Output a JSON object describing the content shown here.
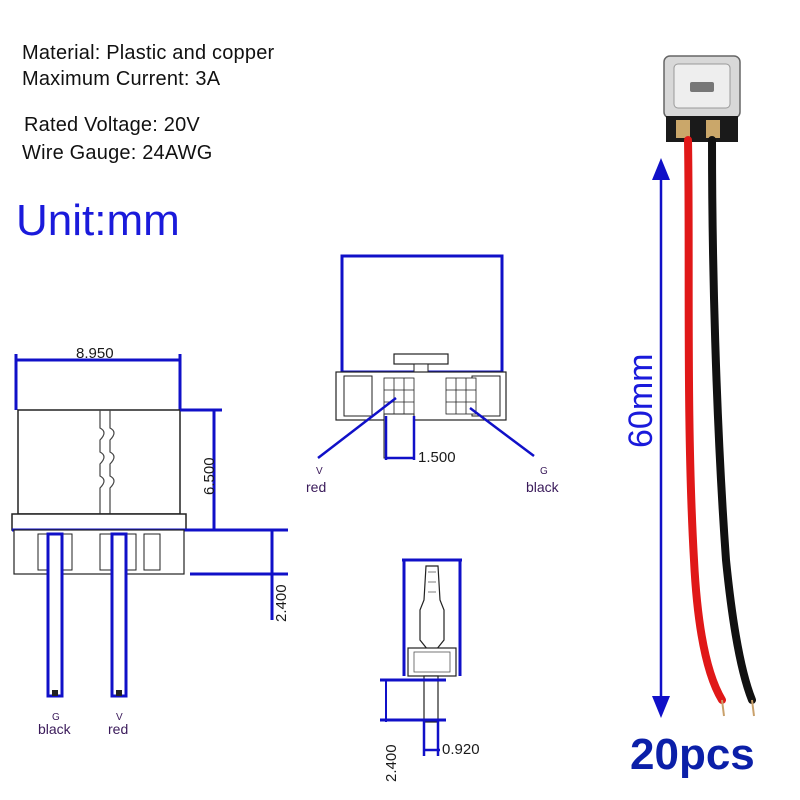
{
  "specs": {
    "material": "Material: Plastic and copper",
    "max_current": "Maximum Current: 3A",
    "rated_voltage": "Rated Voltage: 20V",
    "wire_gauge": "Wire Gauge: 24AWG"
  },
  "unit_label": "Unit:mm",
  "quantity_label": "20pcs",
  "length_label": "60mm",
  "front_view": {
    "width_dim": "8.950",
    "height_dim": "6.500",
    "pin_dim": "2.400",
    "pin_left_code": "G",
    "pin_left_color": "black",
    "pin_right_code": "V",
    "pin_right_color": "red"
  },
  "top_view": {
    "pitch_dim": "1.500",
    "left_code": "V",
    "left_color": "red",
    "right_code": "G",
    "right_color": "black"
  },
  "side_view": {
    "pin_length_dim": "2.400",
    "pin_width_dim": "0.920"
  },
  "colors": {
    "dimension_blue": "#1010c8",
    "wire_red": "#e01818",
    "wire_black": "#111111",
    "unit_text": "#1a1adb",
    "qty_text": "#0b1fa8"
  }
}
